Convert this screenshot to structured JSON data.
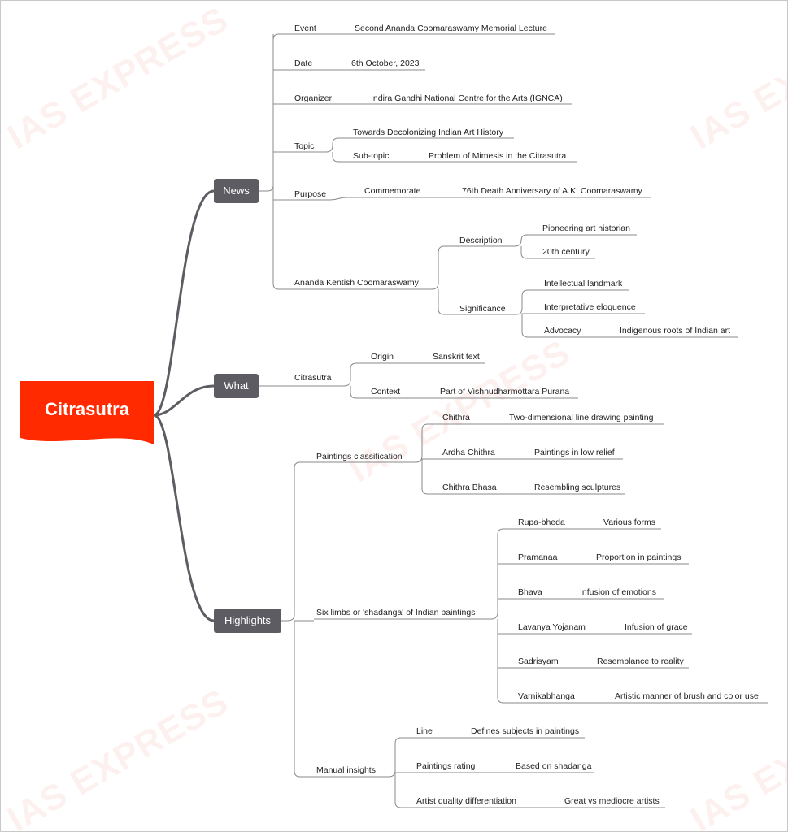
{
  "central": "Citrasutra",
  "colors": {
    "central": "#ff2a00",
    "main_node": "#5c5c62",
    "trunk": "#5c5c62",
    "line": "#888888"
  },
  "watermark": "IAS EXPRESS",
  "branches": {
    "news": {
      "label": "News",
      "event": {
        "label": "Event",
        "value": "Second Ananda Coomaraswamy Memorial Lecture"
      },
      "date": {
        "label": "Date",
        "value": "6th October, 2023"
      },
      "organizer": {
        "label": "Organizer",
        "value": "Indira Gandhi National Centre for the Arts (IGNCA)"
      },
      "topic": {
        "label": "Topic",
        "value": "Towards Decolonizing Indian Art History",
        "subtopic_label": "Sub-topic",
        "subtopic_value": "Problem of Mimesis in the Citrasutra"
      },
      "purpose": {
        "label": "Purpose",
        "child": "Commemorate",
        "value": "76th Death Anniversary of A.K. Coomaraswamy"
      },
      "akc": {
        "label": "Ananda Kentish Coomaraswamy",
        "description": {
          "label": "Description",
          "items": [
            "Pioneering art historian",
            "20th century"
          ]
        },
        "significance": {
          "label": "Significance",
          "items": [
            "Intellectual landmark",
            "Interpretative eloquence"
          ],
          "advocacy_label": "Advocacy",
          "advocacy_value": "Indigenous roots of Indian art"
        }
      }
    },
    "what": {
      "label": "What",
      "citrasutra": {
        "label": "Citrasutra",
        "origin": {
          "label": "Origin",
          "value": "Sanskrit text"
        },
        "context": {
          "label": "Context",
          "value": "Part of Vishnudharmottara Purana"
        }
      }
    },
    "highlights": {
      "label": "Highlights",
      "classification": {
        "label": "Paintings classification",
        "items": [
          {
            "label": "Chithra",
            "value": "Two-dimensional line drawing painting"
          },
          {
            "label": "Ardha Chithra",
            "value": "Paintings in low relief"
          },
          {
            "label": "Chithra Bhasa",
            "value": "Resembling sculptures"
          }
        ]
      },
      "limbs": {
        "label": "Six limbs or 'shadanga' of Indian paintings",
        "items": [
          {
            "label": "Rupa-bheda",
            "value": "Various forms"
          },
          {
            "label": "Pramanaa",
            "value": "Proportion in paintings"
          },
          {
            "label": "Bhava",
            "value": "Infusion of emotions"
          },
          {
            "label": "Lavanya Yojanam",
            "value": "Infusion of grace"
          },
          {
            "label": "Sadrisyam",
            "value": "Resemblance to reality"
          },
          {
            "label": "Varnikabhanga",
            "value": "Artistic manner of brush and color use"
          }
        ]
      },
      "manual": {
        "label": "Manual insights",
        "items": [
          {
            "label": "Line",
            "value": "Defines subjects in paintings"
          },
          {
            "label": "Paintings rating",
            "value": "Based on shadanga"
          },
          {
            "label": "Artist quality differentiation",
            "value": "Great vs mediocre artists"
          }
        ]
      }
    }
  }
}
